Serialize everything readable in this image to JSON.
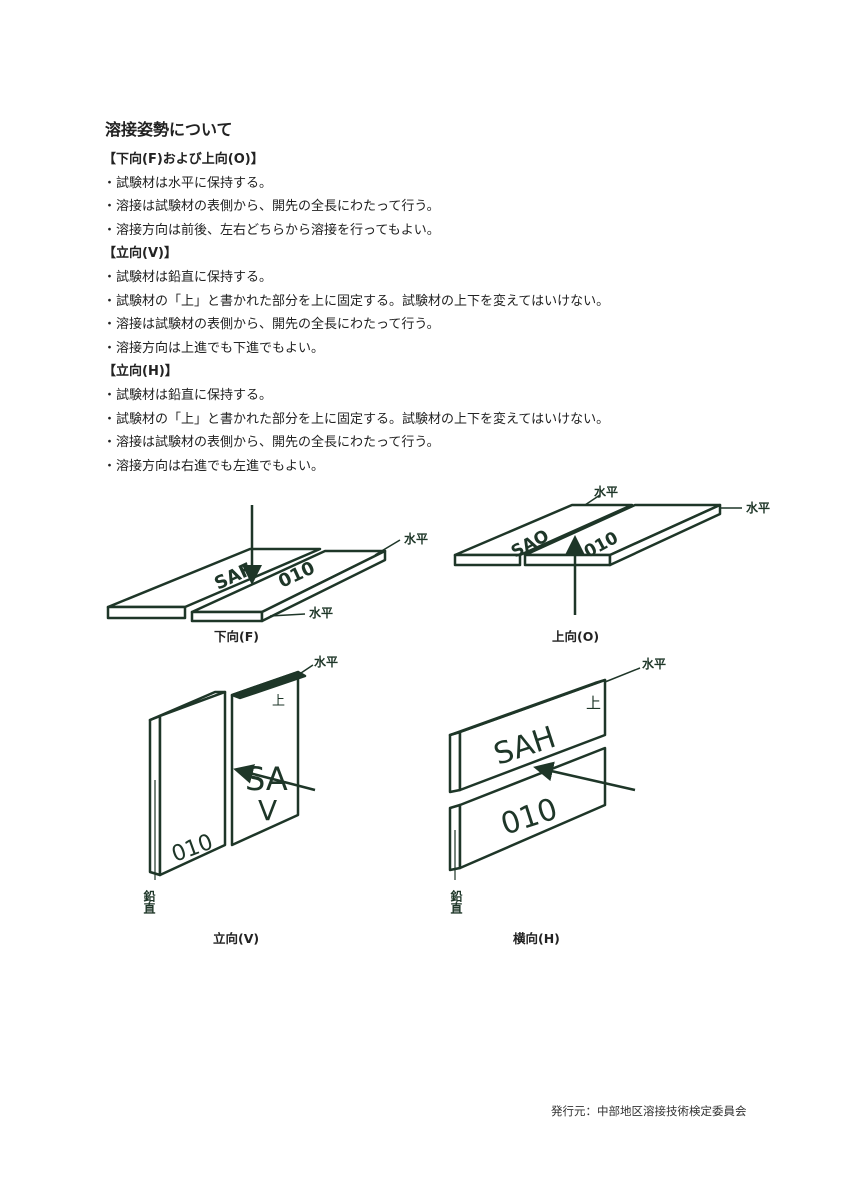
{
  "title": "溶接姿勢について",
  "sections": [
    {
      "heading": "【下向(F)および上向(O)】",
      "bullets": [
        "・試験材は水平に保持する。",
        "・溶接は試験材の表側から、開先の全長にわたって行う。",
        "・溶接方向は前後、左右どちらから溶接を行ってもよい。"
      ]
    },
    {
      "heading": "【立向(V)】",
      "bullets": [
        "・試験材は鉛直に保持する。",
        "・試験材の「上」と書かれた部分を上に固定する。試験材の上下を変えてはいけない。",
        "・溶接は試験材の表側から、開先の全長にわたって行う。",
        "・溶接方向は上進でも下進でもよい。"
      ]
    },
    {
      "heading": "【立向(H)】",
      "bullets": [
        "・試験材は鉛直に保持する。",
        "・試験材の「上」と書かれた部分を上に固定する。試験材の上下を変えてはいけない。",
        "・溶接は試験材の表側から、開先の全長にわたって行う。",
        "・溶接方向は右進でも左進でもよい。"
      ]
    }
  ],
  "diagrams": {
    "flat": {
      "caption": "下向(F)",
      "plate_left": "SAF",
      "plate_right": "010",
      "label_top": "水平",
      "label_bottom": "水平"
    },
    "overhead": {
      "caption": "上向(O)",
      "plate_left": "SAO",
      "plate_right": "010",
      "label_top": "水平",
      "label_right": "水平"
    },
    "vertical": {
      "caption": "立向(V)",
      "plate_left": "010",
      "plate_right_1": "SA",
      "plate_right_2": "V",
      "top_mark": "上",
      "label_top": "水平",
      "label_side": "鉛直"
    },
    "horizontal": {
      "caption": "横向(H)",
      "plate_top": "SAH",
      "plate_bottom": "010",
      "top_mark": "上",
      "label_top": "水平",
      "label_side": "鉛直"
    }
  },
  "footer": "発行元：中部地区溶接技術検定委員会",
  "colors": {
    "drawing": "#1e3628",
    "text": "#222222"
  }
}
